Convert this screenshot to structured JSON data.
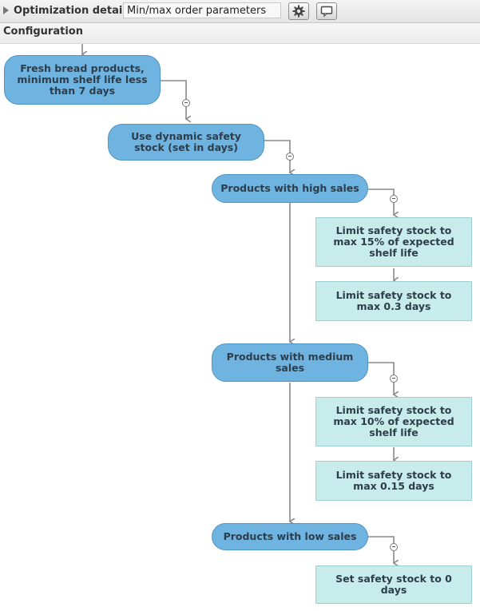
{
  "toolbar": {
    "title": "Optimization details",
    "select_value": "Min/max order parameters",
    "settings_icon": "gear-icon",
    "comment_icon": "speech-bubble-icon"
  },
  "config_header": "Configuration",
  "tree": {
    "root": "Fresh bread products, minimum shelf life less than 7 days",
    "dynamic": "Use dynamic safety stock (set in days)",
    "high": {
      "label": "Products with high sales",
      "action1": "Limit safety stock to max 15% of expected shelf life",
      "action2": "Limit safety stock to max 0.3 days"
    },
    "medium": {
      "label": "Products with medium sales",
      "action1": "Limit safety stock to max 10% of expected shelf life",
      "action2": "Limit safety stock to max 0.15 days"
    },
    "low": {
      "label": "Products with low sales",
      "action1": "Set safety stock to 0 days"
    }
  },
  "colors": {
    "condition_fill": "#6fb3e0",
    "action_fill": "#c8ecec",
    "connector": "#8a8a8a"
  }
}
